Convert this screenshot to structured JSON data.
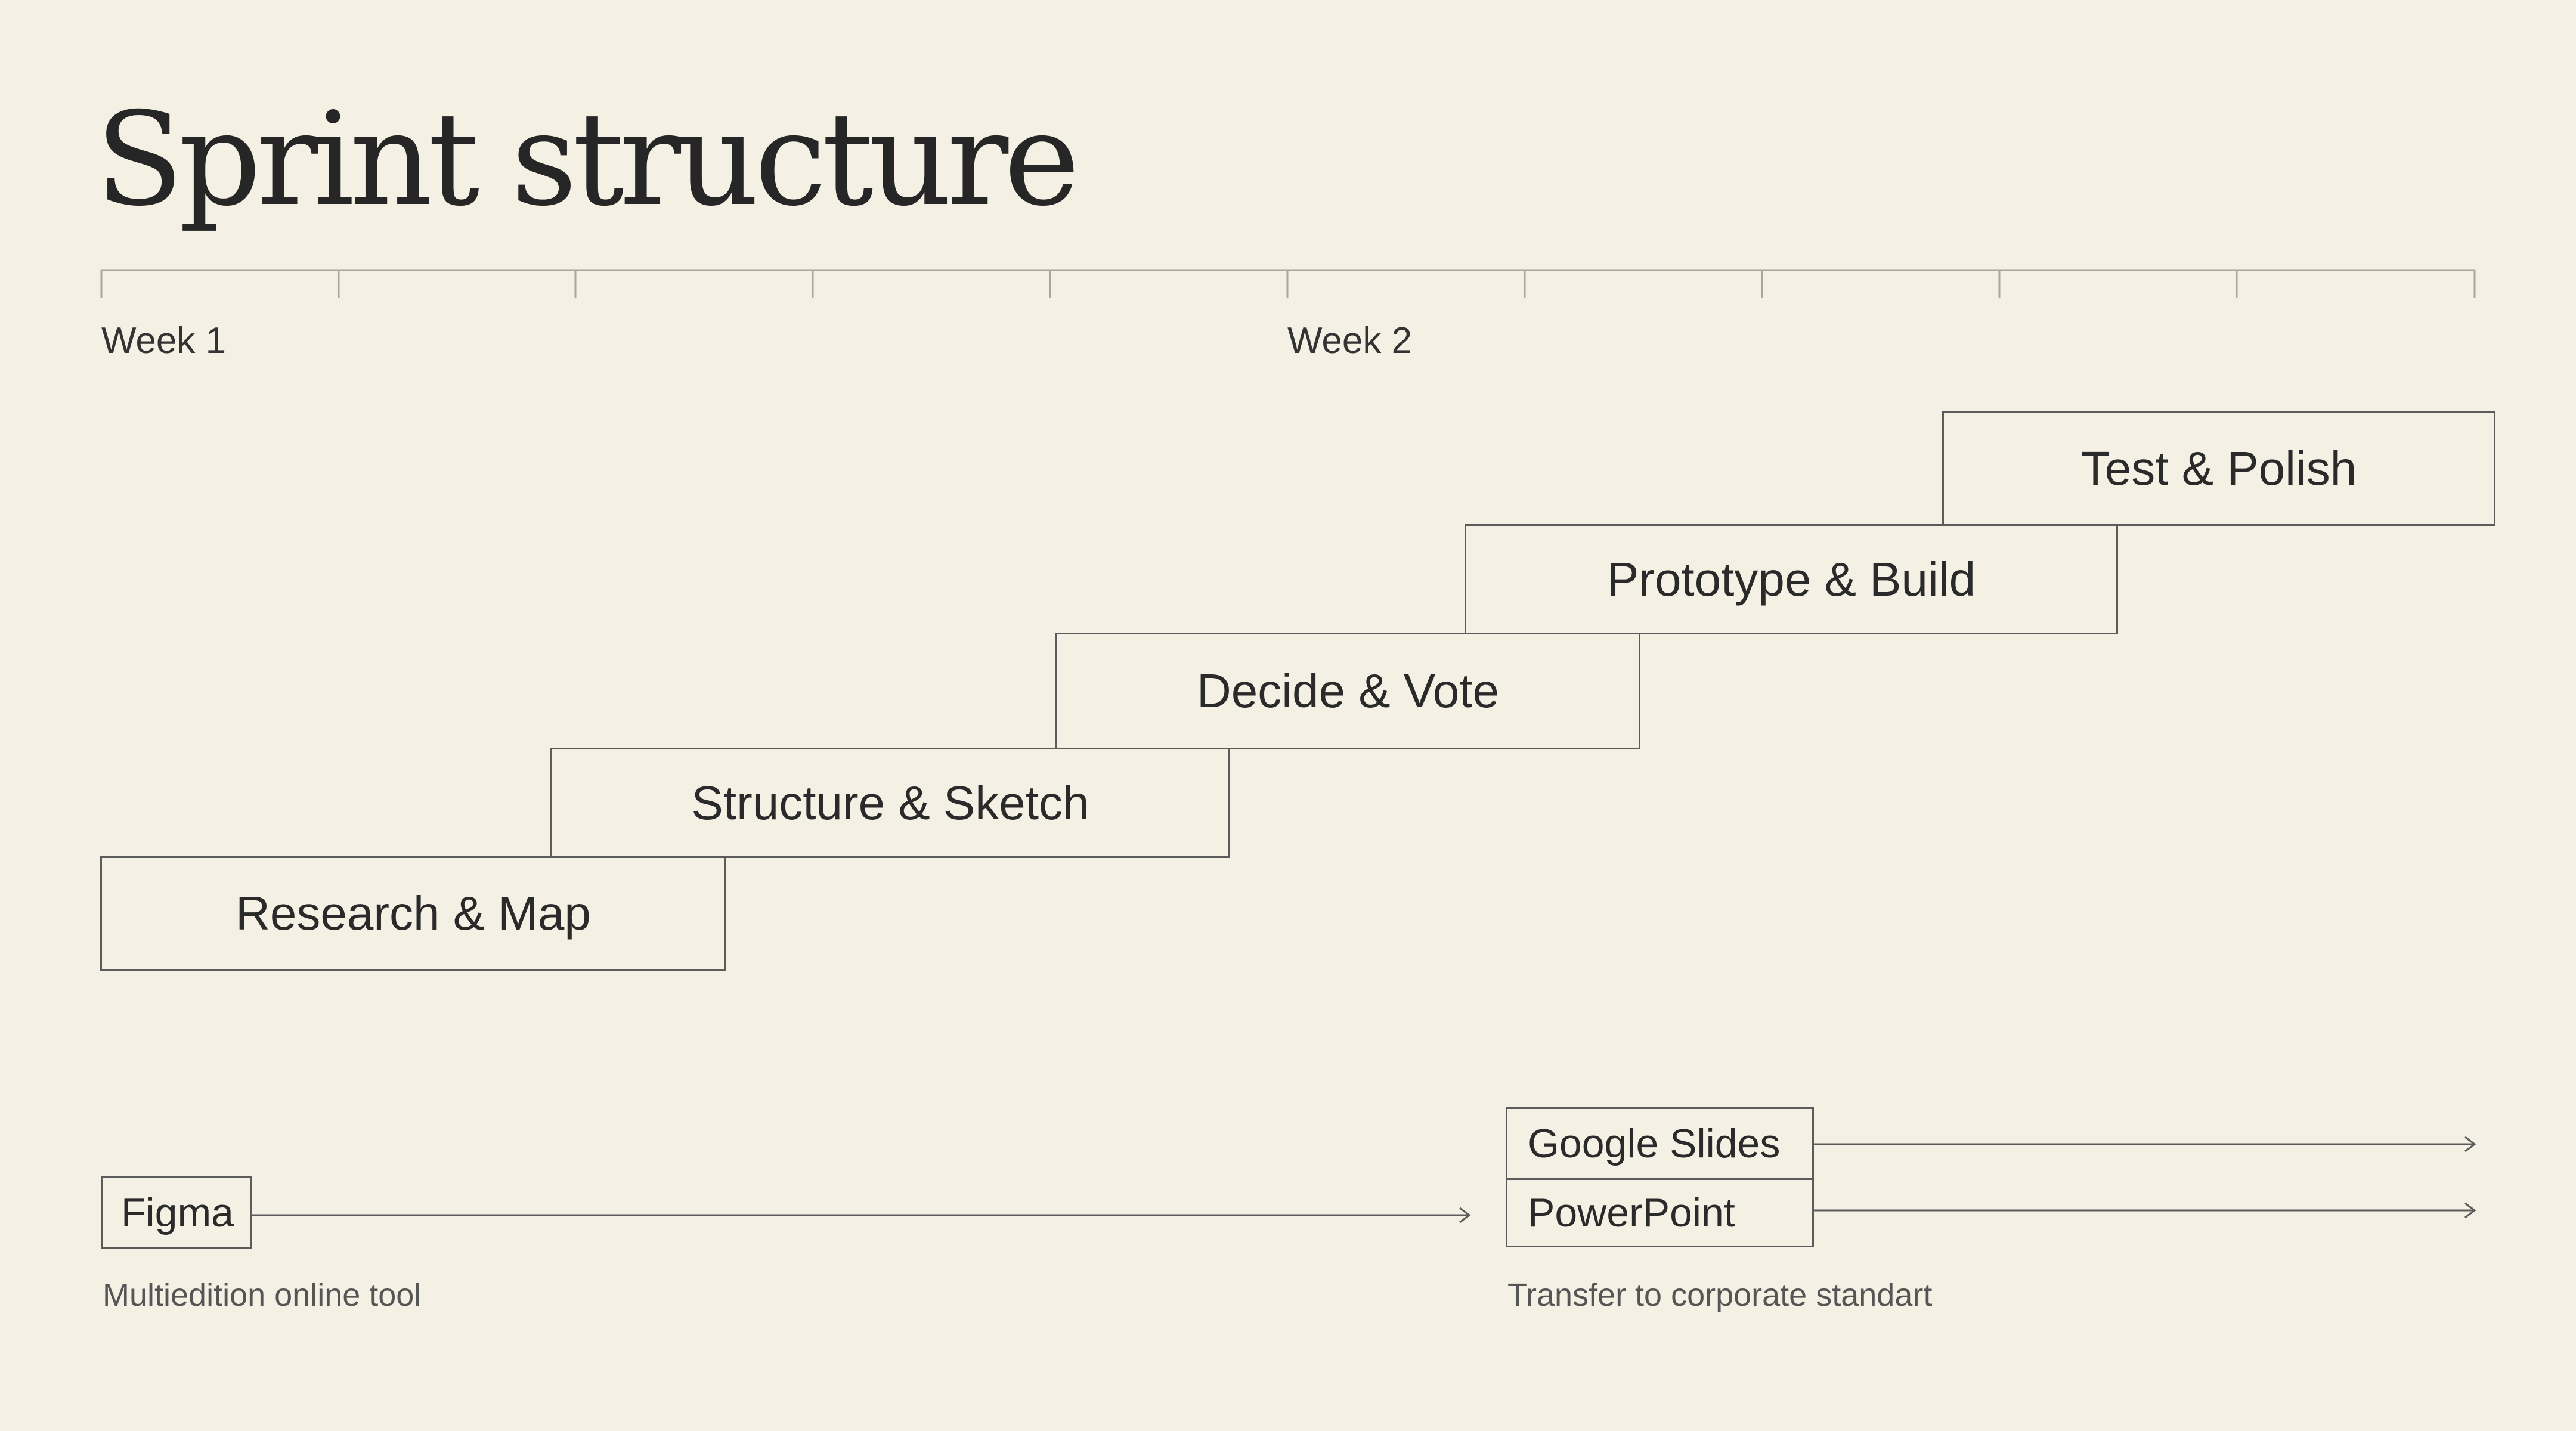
{
  "title": "Sprint structure",
  "timeline": {
    "labels": [
      "Week 1",
      "Week 2"
    ]
  },
  "phases": [
    {
      "label": "Research & Map"
    },
    {
      "label": "Structure & Sketch"
    },
    {
      "label": "Decide & Vote"
    },
    {
      "label": "Prototype & Build"
    },
    {
      "label": "Test & Polish"
    }
  ],
  "tools": {
    "figma": "Figma",
    "google_slides": "Google Slides",
    "powerpoint": "PowerPoint"
  },
  "captions": {
    "figma": "Multiedition online tool",
    "transfer": "Transfer to corporate standart"
  }
}
